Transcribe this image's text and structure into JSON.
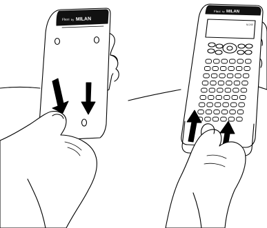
{
  "panels": [
    {
      "name": "remove-cover",
      "brand_prefix": "Flexi",
      "brand_by": "by",
      "brand_name": "MILAN",
      "arrow_direction": "down"
    },
    {
      "name": "attach-cover",
      "brand_prefix": "Flexi",
      "brand_by": "by",
      "brand_name": "MILAN",
      "model": "M-240",
      "arrow_direction": "up"
    }
  ],
  "colors": {
    "line": "#000000",
    "fill": "#ffffff",
    "dark": "#111111",
    "key": "#ffffff"
  },
  "icons": [
    "down-arrow-icon",
    "up-arrow-icon"
  ]
}
